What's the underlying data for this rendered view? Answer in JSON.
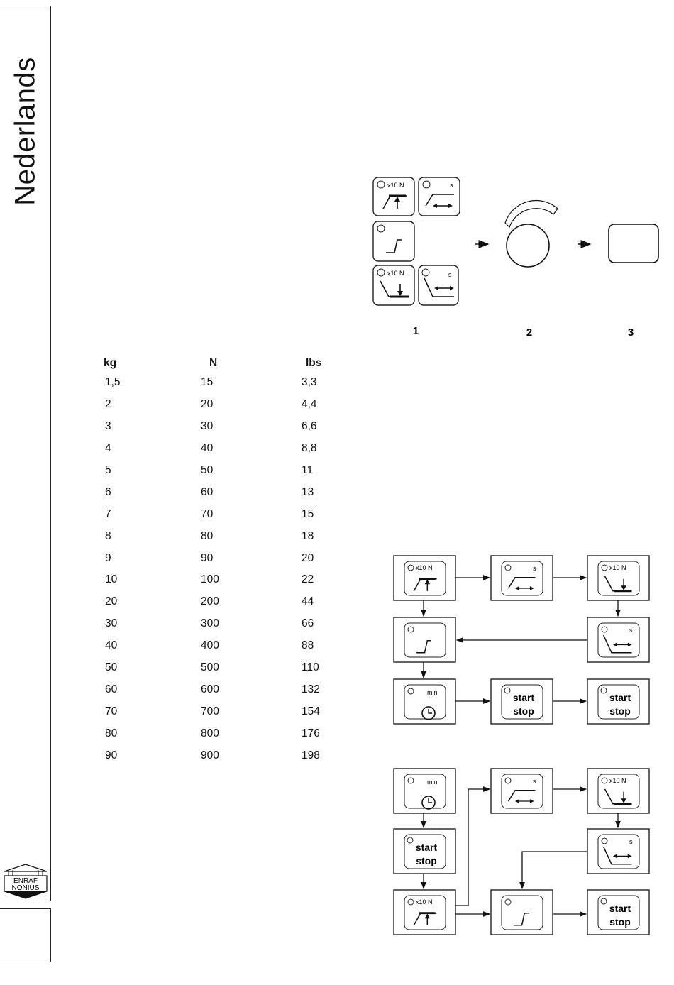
{
  "sidebar": {
    "language": "Nederlands",
    "logo_line1": "ENRAF",
    "logo_line2": "NONIUS"
  },
  "panel_figure": {
    "labels": [
      "1",
      "2",
      "3"
    ],
    "key_captions": {
      "force": "x10 N",
      "seconds": "s"
    }
  },
  "conversion_table": {
    "headers": [
      "kg",
      "N",
      "lbs"
    ],
    "rows": [
      [
        "1,5",
        "15",
        "3,3"
      ],
      [
        "2",
        "20",
        "4,4"
      ],
      [
        "3",
        "30",
        "6,6"
      ],
      [
        "4",
        "40",
        "8,8"
      ],
      [
        "5",
        "50",
        "11"
      ],
      [
        "6",
        "60",
        "13"
      ],
      [
        "7",
        "70",
        "15"
      ],
      [
        "8",
        "80",
        "18"
      ],
      [
        "9",
        "90",
        "20"
      ],
      [
        "10",
        "100",
        "22"
      ],
      [
        "20",
        "200",
        "44"
      ],
      [
        "30",
        "300",
        "66"
      ],
      [
        "40",
        "400",
        "88"
      ],
      [
        "50",
        "500",
        "110"
      ],
      [
        "60",
        "600",
        "132"
      ],
      [
        "70",
        "700",
        "154"
      ],
      [
        "80",
        "800",
        "176"
      ],
      [
        "90",
        "900",
        "198"
      ]
    ]
  },
  "flow_keys": {
    "force": "x10 N",
    "seconds": "s",
    "minutes": "min",
    "start": "start",
    "stop": "stop"
  }
}
